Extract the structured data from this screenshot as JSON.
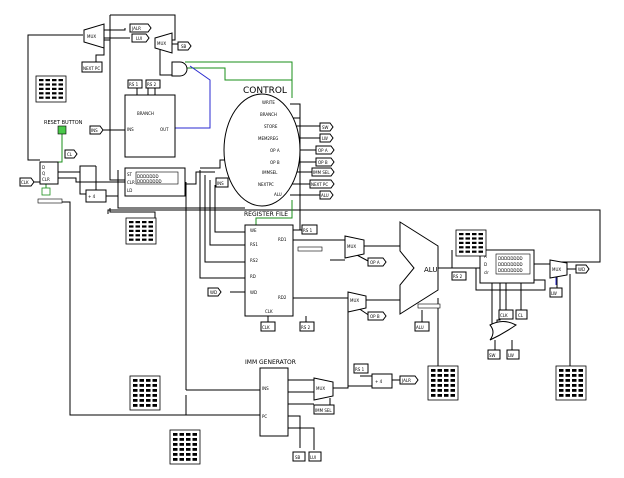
{
  "titles": {
    "control": "CONTROL",
    "register_file": "REGISTER FILE",
    "imm_generator": "IMM GENERATOR",
    "alu": "ALU",
    "reset_button": "RESET BUTTON",
    "branch": "BRANCH"
  },
  "mux_label": "MUX",
  "control_signals": [
    "WRITE",
    "BRANCH",
    "STORE",
    "MEM2REG",
    "OP A",
    "OP B",
    "IMMSEL",
    "NEXTPC",
    "ALU"
  ],
  "control_outputs": [
    "SW",
    "LW",
    "OP A",
    "OP B",
    "IMM SEL",
    "NEXT PC",
    "ALU"
  ],
  "tunnels": {
    "jalr_top": "JALR",
    "lui": "LUI",
    "sb": "SB",
    "next_pc": "NEXT PC",
    "rs1_branch": "RS 1",
    "rs2_branch": "RS 2",
    "ins": "INS",
    "clk": "CLK",
    "cl": "CL",
    "ins_decoder": "INS",
    "rs1_reg": "RS 1",
    "op_a": "OP A",
    "op_b": "OP B",
    "wd": "WD",
    "clk_reg": "CLK",
    "rs2_reg": "RS 2",
    "alu_tunnel": "ALU",
    "rs2_mem": "RS 2",
    "clk_mem": "CLK",
    "cl_mem": "CL",
    "sw": "SW",
    "lw": "LW",
    "wd_out": "WD",
    "lw_mux": "LW",
    "rs1_jalr": "RS 1",
    "jalr_bottom": "JALR",
    "imm_sel": "IMM SEL",
    "sb_bottom": "SB",
    "lui_bottom": "LUI"
  }
}
